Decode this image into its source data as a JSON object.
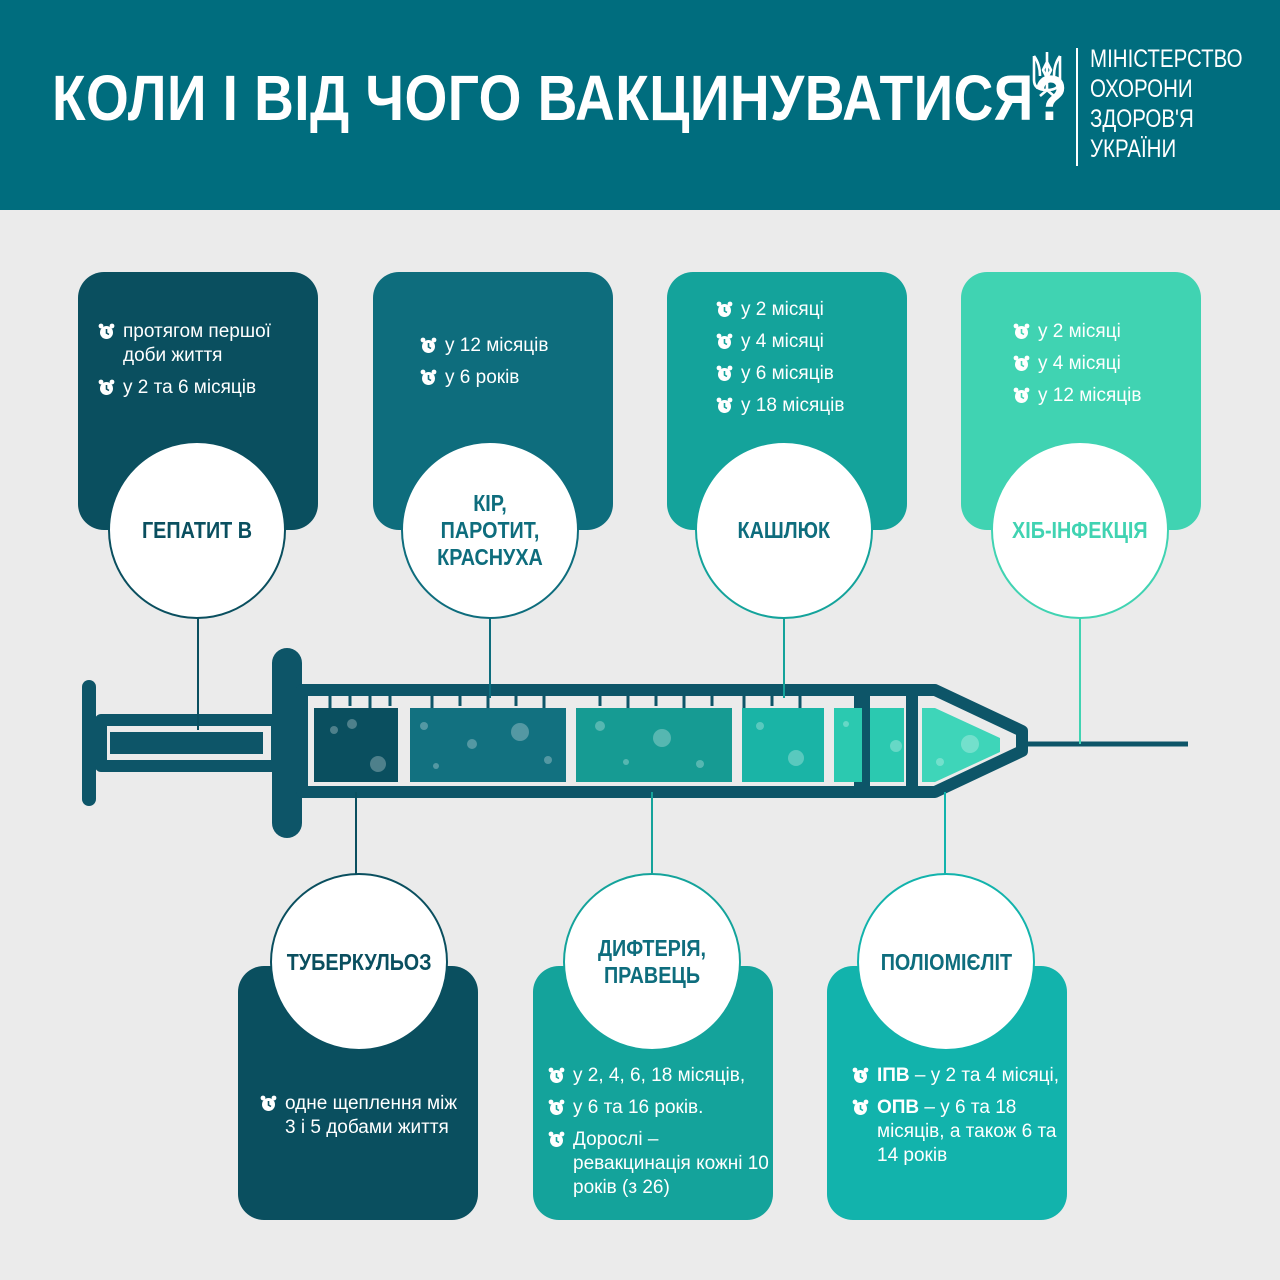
{
  "header": {
    "title": "КОЛИ І ВІД ЧОГО ВАКЦИНУВАТИСЯ?",
    "ministry_lines": [
      "МІНІСТЕРСТВО",
      "ОХОРОНИ",
      "ЗДОРОВ'Я",
      "УКРАЇНИ"
    ],
    "logo_icon": "trident-icon"
  },
  "colors": {
    "header_bg": "#006d7e",
    "background": "#ebebeb",
    "dark": "#0a4f5f",
    "teal1": "#0e6d7d",
    "teal2": "#14a39b",
    "teal3": "#2ec2a6",
    "mint": "#40d3b2",
    "poly": "#12b3ac",
    "syringe": "#0d5568"
  },
  "top_cards": [
    {
      "disease": "ГЕПАТИТ В",
      "items": [
        "протягом першої доби життя",
        "у 2 та 6 місяців"
      ]
    },
    {
      "disease": "КІР, ПАРОТИТ, КРАСНУХА",
      "items": [
        "у 12 місяців",
        "у 6 років"
      ]
    },
    {
      "disease": "КАШЛЮК",
      "items": [
        "у 2 місяці",
        "у 4 місяці",
        "у 6 місяців",
        "у 18 місяців"
      ]
    },
    {
      "disease": "ХІБ-ІНФЕКЦІЯ",
      "items": [
        "у 2 місяці",
        "у 4 місяці",
        "у 12 місяців"
      ]
    }
  ],
  "bottom_cards": [
    {
      "disease": "ТУБЕРКУЛЬОЗ",
      "items": [
        "одне щеплення між 3 і 5 добами життя"
      ]
    },
    {
      "disease": "ДИФТЕРІЯ, ПРАВЕЦЬ",
      "items": [
        "у 2, 4, 6, 18 місяців,",
        "у 6 та 16 років.",
        "Дорослі – ревакцинація кожні 10 років (з 26)"
      ]
    },
    {
      "disease": "ПОЛІОМІЄЛІТ",
      "items_rich": [
        {
          "bold": "ІПВ",
          "rest": " – у 2 та 4 місяці,"
        },
        {
          "bold": "ОПВ",
          "rest": " – у 6 та 18 місяців, а також 6 та 14 років"
        }
      ]
    }
  ]
}
